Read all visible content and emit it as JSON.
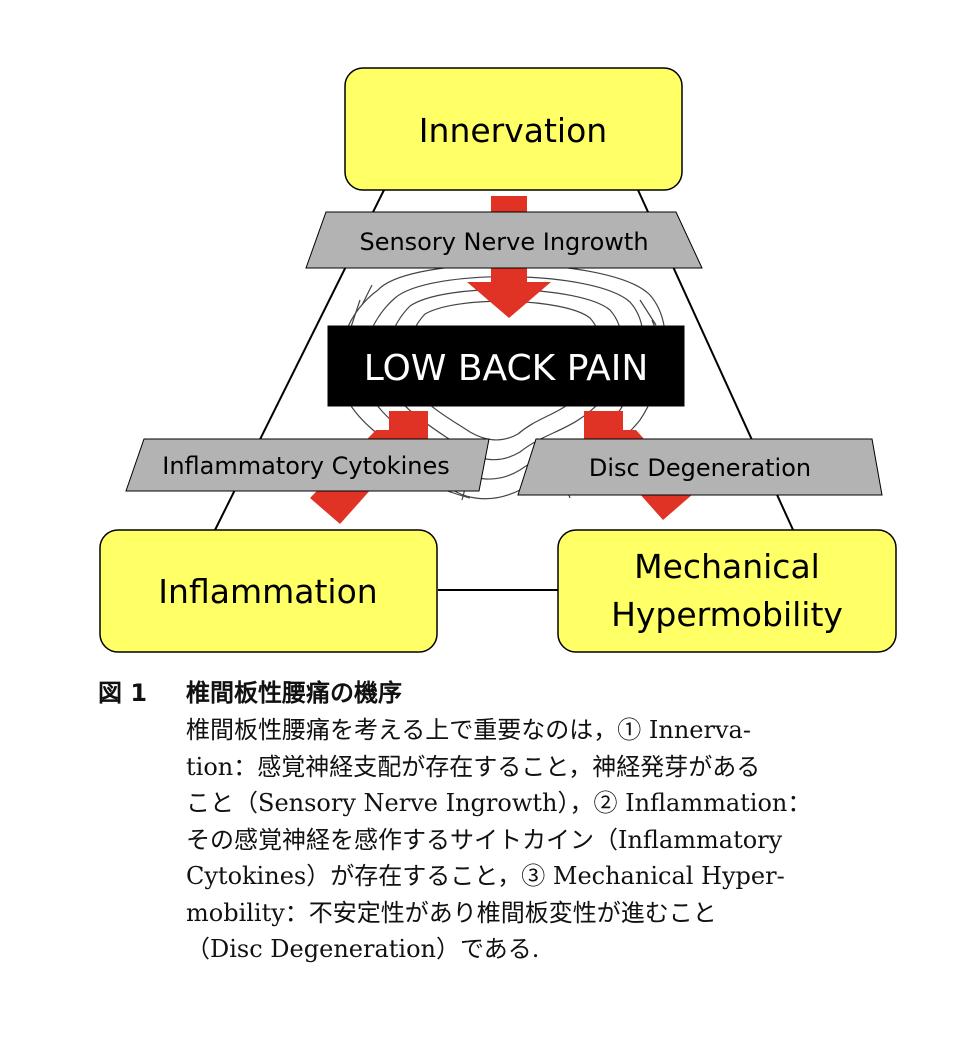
{
  "diagram": {
    "center": "LOW BACK PAIN",
    "nodes": {
      "top": "Innervation",
      "left": "Inflammation",
      "right_line1": "Mechanical",
      "right_line2": "Hypermobility"
    },
    "bands": {
      "top": "Sensory Nerve Ingrowth",
      "left": "Inflammatory Cytokines",
      "right": "Disc Degeneration"
    },
    "colors": {
      "node_fill": "#ffff66",
      "band_fill": "#b3b3b3",
      "arrow": "#e03225",
      "center_fill": "#000000"
    }
  },
  "caption": {
    "label": "図 1",
    "title": "椎間板性腰痛の機序",
    "lines": [
      "椎間板性腰痛を考える上で重要なのは，① Innerva-",
      "tion：感覚神経支配が存在すること，神経発芽がある",
      "こと（Sensory Nerve Ingrowth），② Inflammation：",
      "その感覚神経を感作するサイトカイン（Inflammatory",
      "Cytokines）が存在すること，③ Mechanical Hyper-",
      "mobility：不安定性があり椎間板変性が進むこと",
      "（Disc Degeneration）である."
    ]
  }
}
